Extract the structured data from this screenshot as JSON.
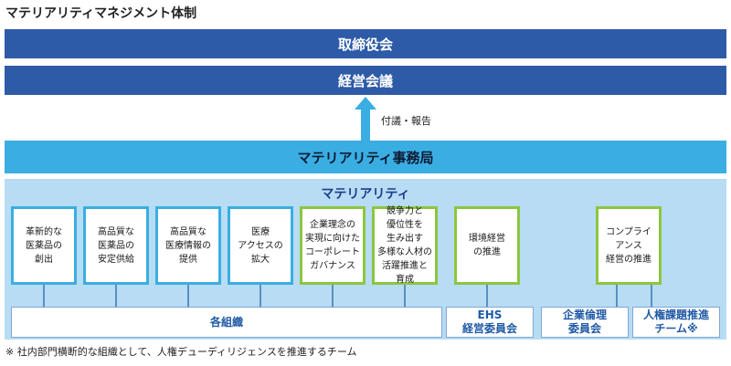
{
  "title": "マテリアリティマネジメント体制",
  "board": "取締役会",
  "management_meeting": "経営会議",
  "report_label": "付議・報告",
  "secretariat": "マテリアリティ事務局",
  "materiality_label": "マテリアリティ",
  "materiality_items": [
    {
      "text": "革新的な\n医薬品の\n創出",
      "color": "#3aaee2"
    },
    {
      "text": "高品質な\n医薬品の\n安定供給",
      "color": "#3aaee2"
    },
    {
      "text": "高品質な\n医療情報の\n提供",
      "color": "#3aaee2"
    },
    {
      "text": "医療\nアクセスの\n拡大",
      "color": "#3aaee2"
    },
    {
      "text": "企業理念の\n実現に向けた\nコーポレート\nガバナンス",
      "color": "#8cc63f"
    },
    {
      "text": "競争力と\n優位性を\n生み出す\n多様な人材の\n活躍推進と\n育成",
      "color": "#8cc63f"
    },
    {
      "text": "環境経営\nの推進",
      "color": "#8cc63f"
    },
    {
      "text": "コンプライ\nアンス\n経営の推進",
      "color": "#8cc63f"
    }
  ],
  "organizations": [
    {
      "text": "各組織"
    },
    {
      "text": "EHS\n経営委員会"
    },
    {
      "text": "企業倫理\n委員会"
    },
    {
      "text": "人権課題推進\nチーム※"
    }
  ],
  "footnote": "※ 社内部門横断的な組織として、人権デューディリジェンスを推進するチーム",
  "colors": {
    "dark_blue": "#2e5ba7",
    "light_blue": "#3aaee2",
    "panel": "#b7dcf4",
    "green": "#8cc63f"
  }
}
